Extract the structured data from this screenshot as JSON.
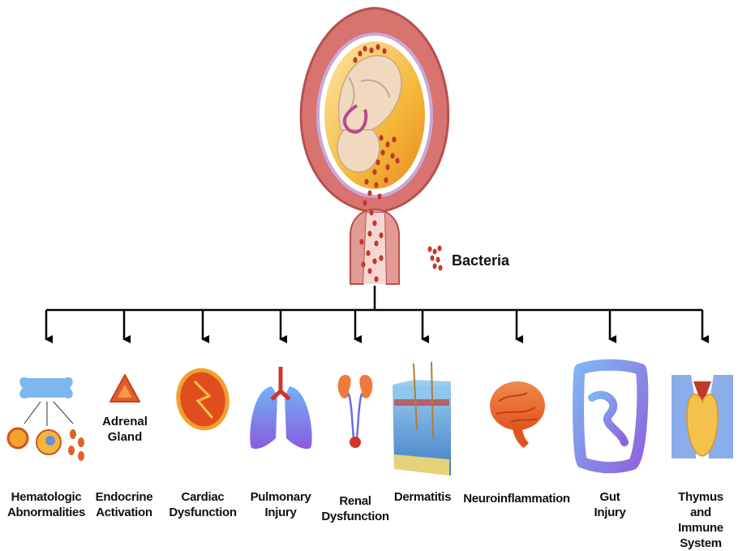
{
  "legend": {
    "label": "Bacteria",
    "color": "#c0392b"
  },
  "outcomes": [
    {
      "id": "hematologic",
      "label": "Hematologic\nAbnormalities",
      "icon": "bone-marrow-blood-cells-icon"
    },
    {
      "id": "endocrine",
      "label": "Endocrine\nActivation",
      "icon": "adrenal-gland-icon",
      "icon_label": "Adrenal\nGland"
    },
    {
      "id": "cardiac",
      "label": "Cardiac\nDysfunction",
      "icon": "heart-icon"
    },
    {
      "id": "pulmonary",
      "label": "Pulmonary\nInjury",
      "icon": "lungs-icon"
    },
    {
      "id": "renal",
      "label": "Renal\nDysfunction",
      "icon": "kidneys-icon"
    },
    {
      "id": "dermatitis",
      "label": "Dermatitis",
      "icon": "skin-layers-icon"
    },
    {
      "id": "neuro",
      "label": "Neuroinflammation",
      "icon": "brain-icon"
    },
    {
      "id": "gut",
      "label": "Gut\nInjury",
      "icon": "intestine-icon"
    },
    {
      "id": "thymus",
      "label": "Thymus and\nImmune System",
      "icon": "thymus-icon"
    }
  ],
  "colors": {
    "uterus": "#d9736f",
    "uterus_dark": "#b5514f",
    "amniotic": "#f3c23c",
    "fetus": "#f1d9c0",
    "arrow": "#000000"
  }
}
